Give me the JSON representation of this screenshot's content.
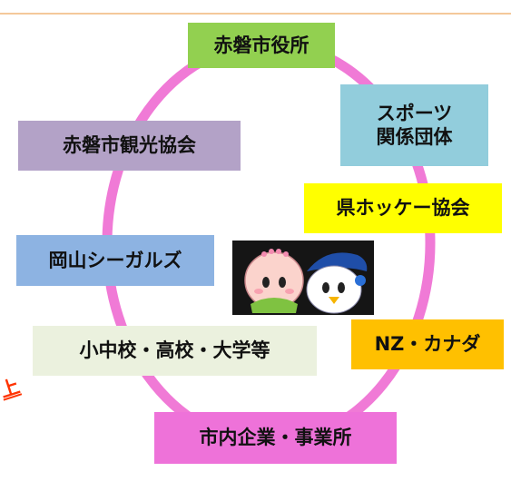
{
  "organizations": {
    "city_hall": "赤磐市役所",
    "sports": "スポーツ\n関係団体",
    "tourism": "赤磐市観光協会",
    "hockey": "県ホッケー協会",
    "seagulls": "岡山シーガルズ",
    "schools": "小中校・高校・大学等",
    "nz_canada": "NZ・カナダ",
    "companies": "市内企業・事業所"
  },
  "cutoff_text": "上",
  "colors": {
    "ring": "#f07ad6",
    "city_hall": "#92d050",
    "sports": "#92cddc",
    "tourism": "#b3a2c7",
    "hockey": "#ffff00",
    "seagulls": "#8db3e2",
    "schools": "#ebf1de",
    "nz_canada": "#ffc000",
    "companies": "#ee72d9"
  }
}
